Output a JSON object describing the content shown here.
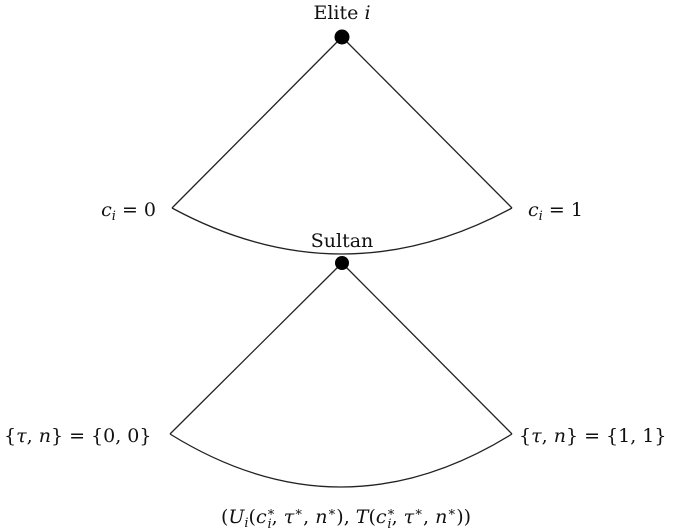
{
  "nodes": {
    "elite": {
      "label": "Elite ",
      "index": "i"
    },
    "sultan": {
      "label": "Sultan"
    }
  },
  "elite_branches": {
    "left": {
      "var": "c",
      "sub": "i",
      "eq": " = 0"
    },
    "right": {
      "var": "c",
      "sub": "i",
      "eq": " = 1"
    }
  },
  "sultan_branches": {
    "left": {
      "open": "{",
      "tau": "τ",
      "comma": ", ",
      "n": "n",
      "mid": "} = {0, 0}"
    },
    "right": {
      "open": "{",
      "tau": "τ",
      "comma": ", ",
      "n": "n",
      "mid": "} = {1, 1}"
    }
  },
  "payoff": {
    "open": "(",
    "U": "U",
    "U_sub": "i",
    "args_open": "(",
    "c": "c",
    "c_sub": "i",
    "star": "∗",
    "sep": ", ",
    "tau": "τ",
    "n": "n",
    "args_close": ")",
    "T": "T",
    "close": ")"
  }
}
